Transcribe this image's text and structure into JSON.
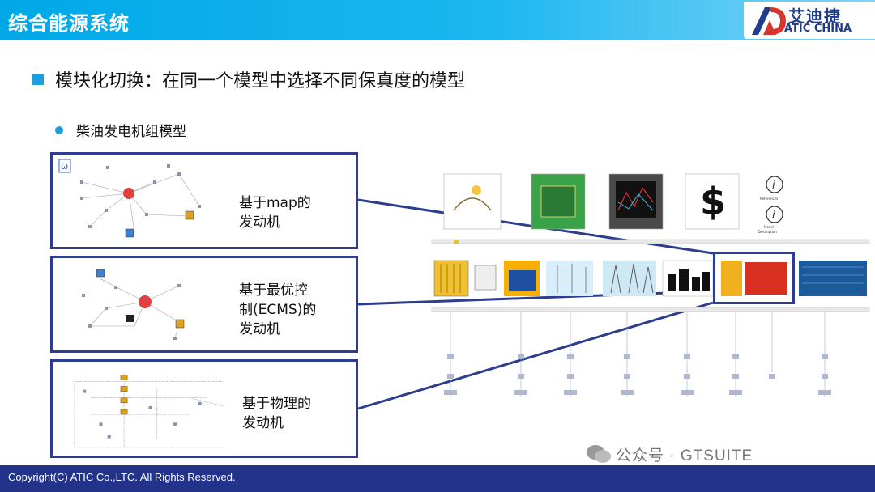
{
  "header": {
    "title": "综合能源系统"
  },
  "logo": {
    "cn": "艾迪捷",
    "en": "ATIC CHINA"
  },
  "bullets": {
    "main": "模块化切换：在同一个模型中选择不同保真度的模型",
    "sub": "柴油发电机组模型"
  },
  "boxes": [
    {
      "line1": "基于map的",
      "line2": "发动机"
    },
    {
      "line1": "基于最优控",
      "line2": "制(ECMS)的",
      "line3": "发动机"
    },
    {
      "line1": "基于物理的",
      "line2": "发动机"
    }
  ],
  "diagram": {
    "top_labels": [
      "References",
      "Model",
      "Description"
    ],
    "dollar": "$"
  },
  "footer": {
    "copyright": "Copyright(C) ATIC Co.,LTC. All Rights Reserved."
  },
  "watermark": {
    "text": "公众号 · GTSUITE"
  },
  "colors": {
    "header": "#00a8e8",
    "box_border": "#2b3d8c",
    "footer": "#24338a",
    "bullet": "#1aa0e0"
  }
}
